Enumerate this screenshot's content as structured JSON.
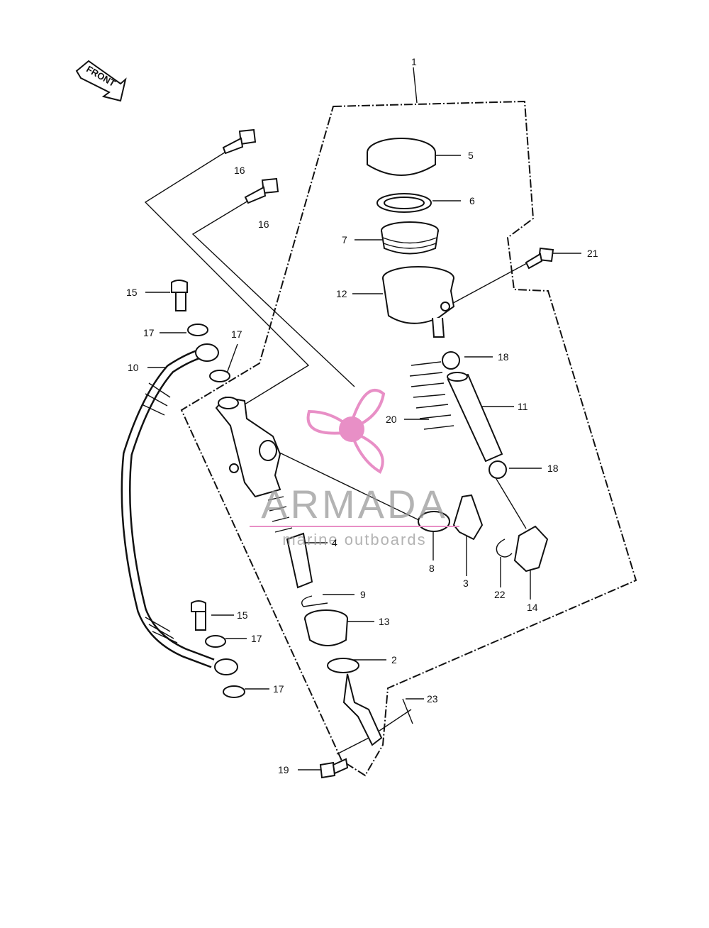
{
  "front_label": "FRONT",
  "callouts": [
    "1",
    "5",
    "6",
    "7",
    "21",
    "12",
    "16",
    "16",
    "15",
    "17",
    "17",
    "10",
    "18",
    "11",
    "20",
    "18",
    "8",
    "3",
    "22",
    "14",
    "4",
    "9",
    "13",
    "2",
    "15",
    "17",
    "17",
    "23",
    "19"
  ],
  "watermark": {
    "brand": "ARMADA",
    "tagline": "marine outboards",
    "accent_color": "#e88fc6",
    "icon": "propeller-icon"
  },
  "colors": {
    "ink": "#111111",
    "background": "#ffffff"
  }
}
